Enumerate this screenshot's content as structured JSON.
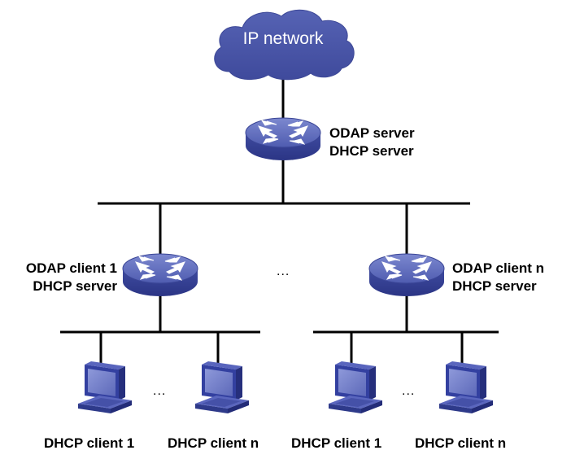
{
  "cloud": {
    "label": "IP network"
  },
  "core_router": {
    "line1": "ODAP server",
    "line2": "DHCP server"
  },
  "left_router": {
    "line1": "ODAP client 1",
    "line2": "DHCP server"
  },
  "right_router": {
    "line1": "ODAP client n",
    "line2": "DHCP server"
  },
  "clients": [
    {
      "label": "DHCP client 1"
    },
    {
      "label": "DHCP client n"
    },
    {
      "label": "DHCP client 1"
    },
    {
      "label": "DHCP client n"
    }
  ],
  "ellipsis": "...",
  "colors": {
    "device": "#4a58a8",
    "device_dark": "#2e3a87",
    "cloud": "#4a55a6",
    "line": "#000000"
  }
}
